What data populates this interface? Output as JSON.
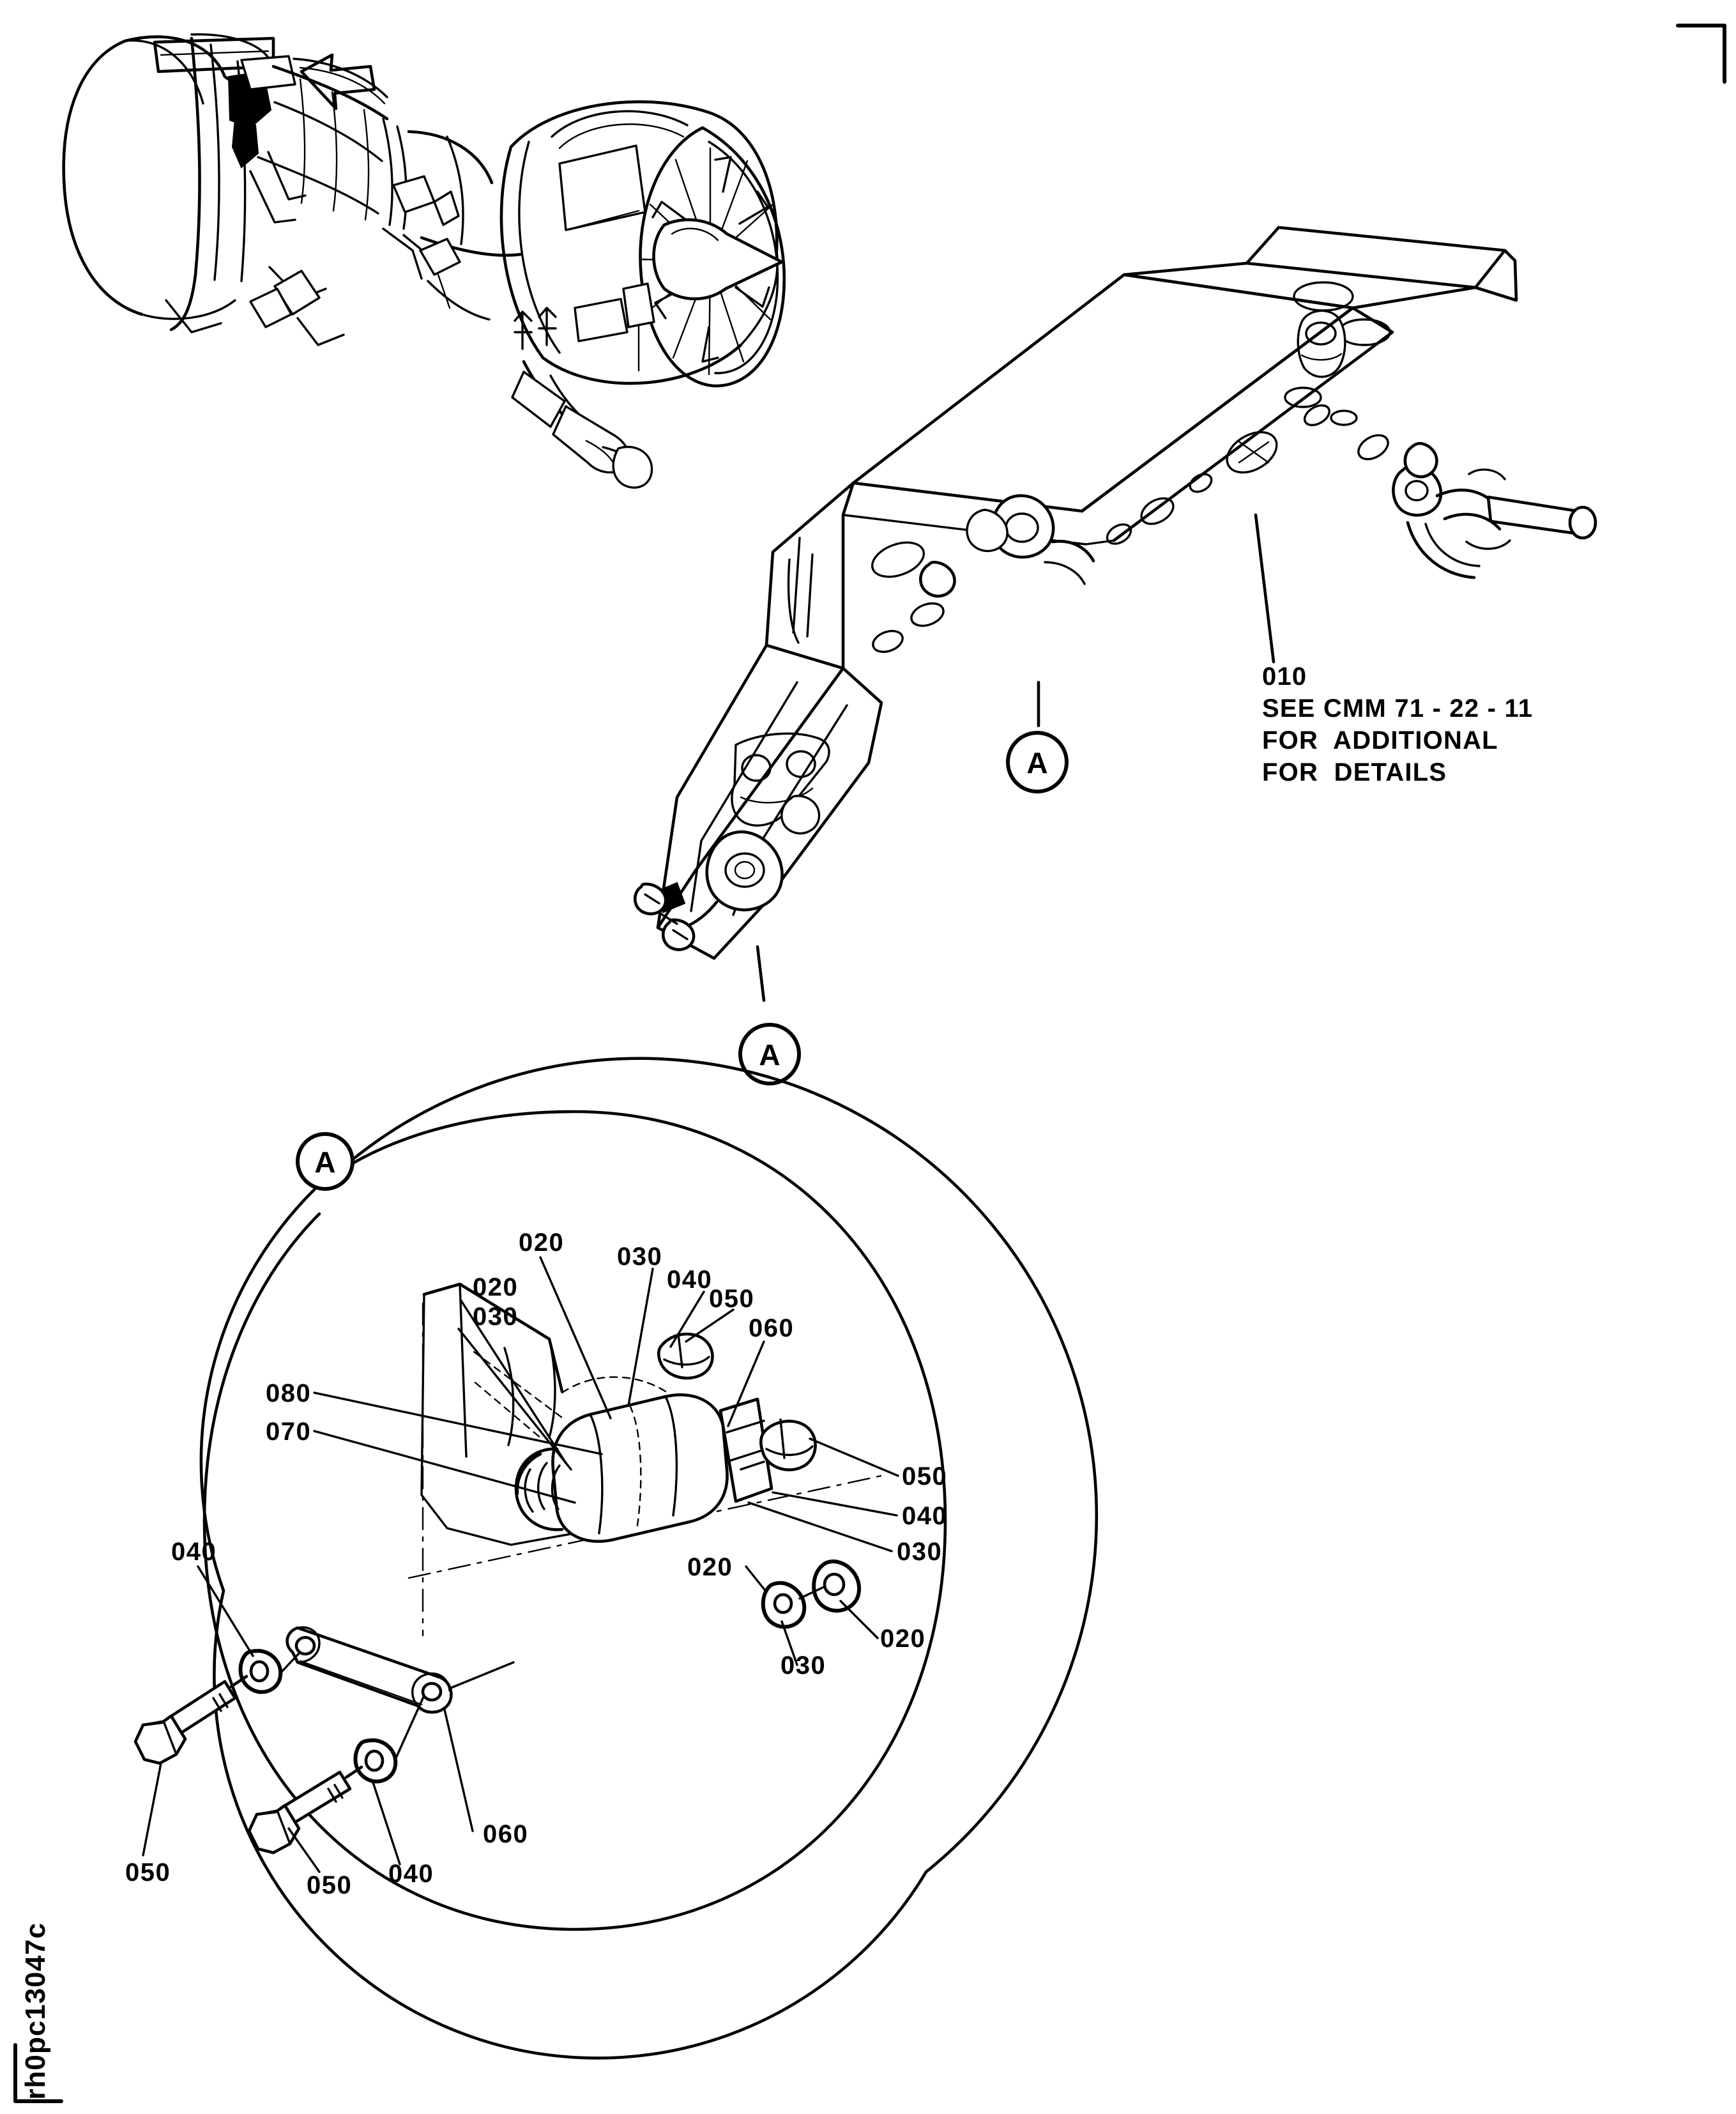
{
  "figure": {
    "id_text": "rh0pc13047c",
    "note_block": {
      "item": "010",
      "line1": "SEE CMM 71 - 22 - 11",
      "line2": "FOR  ADDITIONAL",
      "line3": "FOR  DETAILS"
    },
    "detail_letter": "A"
  },
  "callouts": {
    "pylon": [
      {
        "id": "c-a-upper",
        "text": "A"
      },
      {
        "id": "c-a-lower",
        "text": "A"
      },
      {
        "id": "c-010",
        "text": "010"
      }
    ],
    "detail_letter_badge": "A",
    "detail": [
      {
        "id": "d-020-top",
        "text": "020"
      },
      {
        "id": "d-020-left",
        "text": "020"
      },
      {
        "id": "d-030-left",
        "text": "030"
      },
      {
        "id": "d-030-top",
        "text": "030"
      },
      {
        "id": "d-040-topr",
        "text": "040"
      },
      {
        "id": "d-050-topr",
        "text": "050"
      },
      {
        "id": "d-060-topr",
        "text": "060"
      },
      {
        "id": "d-050-right",
        "text": "050"
      },
      {
        "id": "d-040-right",
        "text": "040"
      },
      {
        "id": "d-030-right",
        "text": "030"
      },
      {
        "id": "d-080",
        "text": "080"
      },
      {
        "id": "d-070",
        "text": "070"
      },
      {
        "id": "d-020-midr",
        "text": "020"
      },
      {
        "id": "d-020-lowr",
        "text": "020"
      },
      {
        "id": "d-030-lowr",
        "text": "030"
      },
      {
        "id": "d-040-farleft",
        "text": "040"
      },
      {
        "id": "d-050-farleft",
        "text": "050"
      },
      {
        "id": "d-050-bottom",
        "text": "050"
      },
      {
        "id": "d-040-bottom",
        "text": "040"
      },
      {
        "id": "d-060-bottom",
        "text": "060"
      }
    ]
  },
  "colors": {
    "ink": "#000000",
    "paper": "#ffffff"
  }
}
